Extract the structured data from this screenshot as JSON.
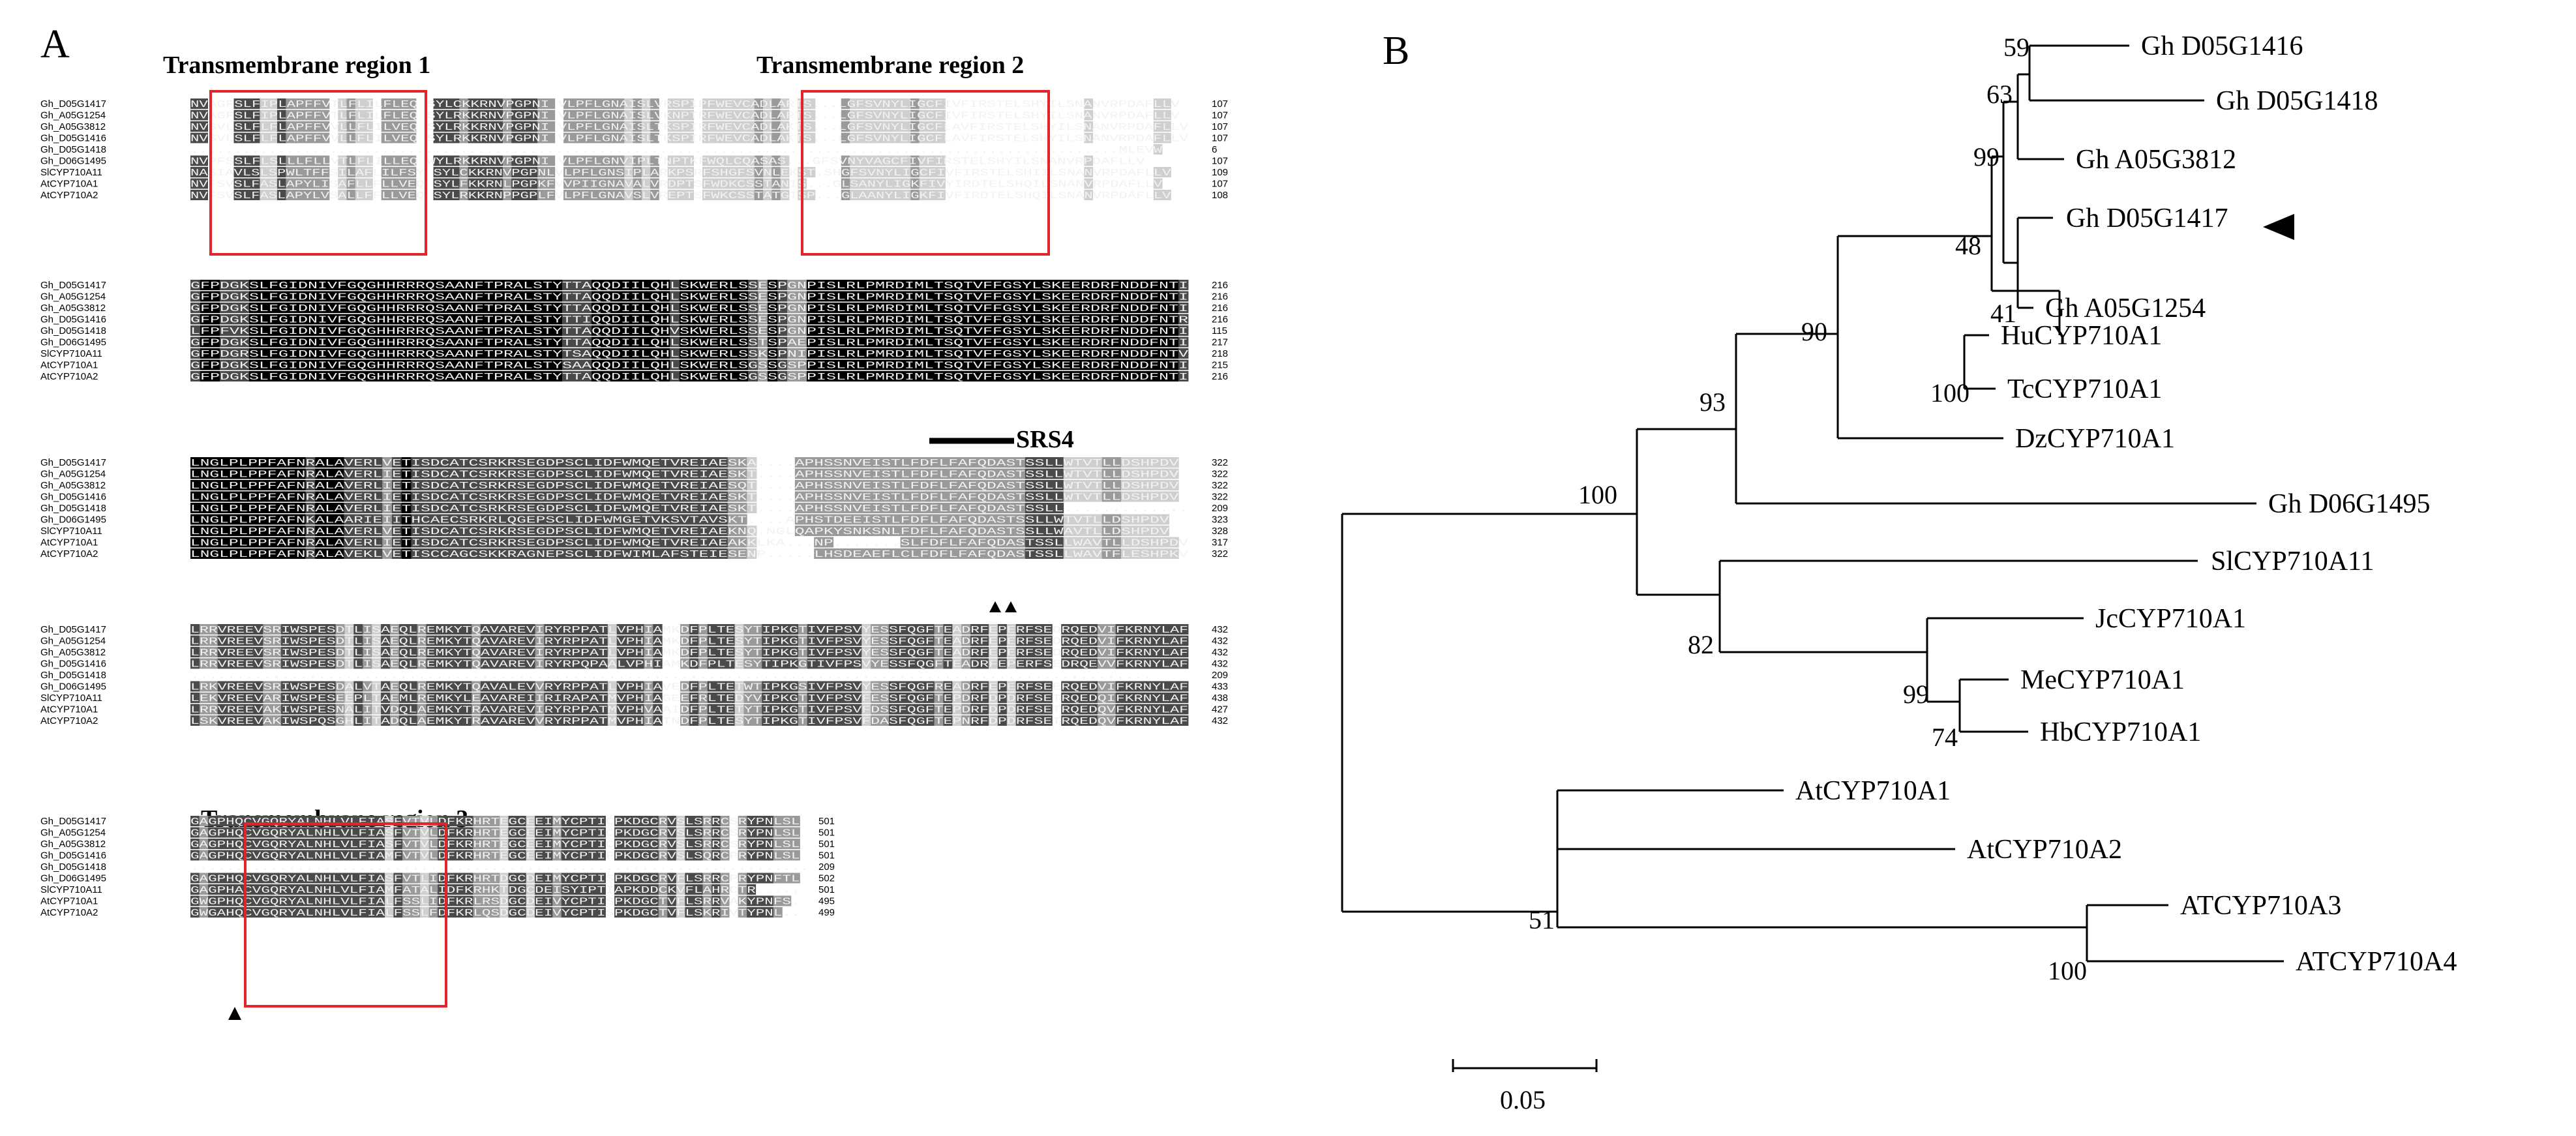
{
  "panel_a": {
    "letter": "A",
    "region_titles": [
      "Transmembrane region 1",
      "Transmembrane region 2",
      "Transmembrane region 3"
    ],
    "motif_label": "SRS4",
    "blocks": [
      {
        "names": [
          "Gh_D05G1417",
          "Gh_A05G1254",
          "Gh_A05G3812",
          "Gh_D05G1416",
          "Gh_D05G1418",
          "Gh_D06G1495",
          "SlCYP710A11",
          "AtCYP710A1",
          "AtCYP710A2"
        ],
        "seqs": [
          "NVAGFSLFIPLAPFFVTLFLILFLEQ  SYLCKKRNVPGPNI VLPFLGNAISLVRSPIPFWEVCADLARTS...LGFSVNYLIGCFIVFIRSTELSHYILSNANVRPDAFLLV",
          "NVAGFSLFIPLAPFFVTLFLILFLEQ  SYLRKKRNVPGPNI VLPFLGNAISLVKNPTRFWEVCADLARTS...LGFSVNYLIGCFIVFIRSTELSHYILSNANVRPDAFLLV",
          "NVSVLSLFLFLAPFFVVLLFLILVEQ  SYLRKKRNVPGPNI VLPFLGNAISLTKSPIRFWEVCADLAKTS...LGFSVNYLIGCFLAVFIRSTELSHYILSNANVRPDAFLLV",
          "NVSVLSLFLFLAPFFVVLLFLILVEQ  SYLRKKRNVPGPNI VLPFLGNAISLTKSPIRFWEVCADLAKTS...LGFSVNYLIGCFLAVFIRSTELSHYILSNANVRPDAFLLV",
          "...........................................................................................................MLEVW",
          "NVPFSSLFLSLLLFLLVTLFLILLEQ  WYLRKKRNVPGPNI VLPFLGNVIPLTNPTKFWQLCQASAS...GFSVNYVAGCFIVFIRSTELSHYILSNANVRPDAFLLV",
          "NASIAVLSLSPWLTFFSILAFLILFSY SYLCKKRNVPGPNLVLPFLGNSIPLARKPSRFSHGFSVNLEKST.SHGFSVNYLIGCFIVFIRSTELSHIILSNANVRPDAFLLV",
          "NVFSVSLFASLAPYLISAFLLFLLVEQ SYLFKKRNLPGPKFVVPIIGNAVALVRDPTSFWDKCSSTANIS...GLSANYLIGKFIVYIRDTELSHQILSNANVRPDAFLLV",
          "NVFSVSLFASLAPYLVSALLFFLLVEQ SYLRKKRNPPGPLFVLPFLGNAVSLVREPTSFWKCSSTATGTSP...GLAANYLIGKFIVFIRDTELSHQILSNANVRPDAFLLV"
        ],
        "nums": [
          "107",
          "107",
          "107",
          "107",
          "6",
          "107",
          "109",
          "107",
          "108"
        ]
      },
      {
        "names": [
          "Gh_D05G1417",
          "Gh_A05G1254",
          "Gh_A05G3812",
          "Gh_D05G1416",
          "Gh_D05G1418",
          "Gh_D06G1495",
          "SlCYP710A11",
          "AtCYP710A1",
          "AtCYP710A2"
        ],
        "seqs": [
          "GFPDGKSLFGIDNIVFGQGHHRRRQSAANFTPRALSTYTTAQQDIILQHLSKWERLSSESPGNPISLRLPMRDIMLTSQTVFFGSYLSKEERDRFNDDFNTI",
          "GFPDGKSLFGIDNIVFGQGHHRRRQSAANFTPRALSTYTTAQQDIILQHLSKWERLSSESPGNPISLRLPMRDIMLTSQTVFFGSYLSKEERDRFNDDFNTI",
          "GFPDGKSLFGIDNIVFGQGHHRRRQSAANFTPRALSTYTTAQQDIILQHLSKWERLSSESPGNPISLRLPMRDIMLTSQTVFFGSYLSKEERDRFNDDFNTI",
          "GFPDGKSLFGIDNIVFGQGHHRRRQSAANFTPRALSTYTTIQQDIILQHLSKWERLSSESPGNPISLRLPMRDIMLTSQTVFFGSYLSKEERDRFNDDFNTR",
          "LFPFVKSLFGIDNIVFGQGHHRRRQSAANFTPRALSTYTTAQQDIILQHVSKWERLSSESPGNPISLRLPMRDIMLTSQTVFFGSYLSKEERDRFNDDFNTI",
          "GFPDGKSLFGIDNIVFGQGHHRRRQSAANFTPRALSTYTTAQQDIILQHLSKWERLSSTSPAEPISLRLPMRDIMLTSQTVFFGSYLSKEERDRFNDDFNTI",
          "GFPDGRSLFGIDNIVFGQGHHRRRQSAANFTPRALSTYTSAQQDIILQHLSKWERLSSKSPNIPISLRLPMRDIMLTSQTVFFGSYLSKEERDRFNDDFNTV",
          "GFPDGKSLFGIDNIVFGQGHHRRRQSAANFTPRALSTYSAAQQDIILQHLSKWERLSGSSGSPPISLRLPMRDIMLTSQTVFFGSYLSKEERDRFNDDFNTI",
          "GFPDGKSLFGIDNIVFGQGHHRRRQSAANFTPRALSTYTTAQQDIILQHLSKWERLSGSSGSPPISLRLPMRDIMLTSQTVFFGSYLSKEERDRFNDDFNTI"
        ],
        "nums": [
          "216",
          "216",
          "216",
          "216",
          "115",
          "217",
          "218",
          "215",
          "216"
        ]
      },
      {
        "names": [
          "Gh_D05G1417",
          "Gh_A05G1254",
          "Gh_A05G3812",
          "Gh_D05G1416",
          "Gh_D05G1418",
          "Gh_D06G1495",
          "SlCYP710A11",
          "AtCYP710A1",
          "AtCYP710A2"
        ],
        "seqs": [
          "LNGLPLPPFAFNRALAVERLVETISDCATCSRKRSEGDPSCLIDFWMQETVREIAESKA....APHSSNVEISTLFDFLFAFQDASTSSLLWTVTLLDSHPDV",
          "LNGLPLPPFAFNRALAVERLIETISDCATCSRKRSEGDPSCLIDFWMQETVREIAESKT....APHSSNVEISTLFDFLFAFQDASTSSLLWTVTLLDSHPDV",
          "LNGLPLPPFAFNRALAVERLIETISDCATCSRKRSEGDPSCLIDFWMQETVREIAESQT....APHSSNVEISTLFDFLFAFQDASTSSLLWTVTLLDSHPDV",
          "LNGLPLPPFAFNRALAVERLIETISDCATCSRKRSEGDPSCLIDFWMQETVREIAESKT....APHSSNVEISTLFDFLFAFQDASTSSLLWTVTLLDSHPDV",
          "LNGLPLPPFAFNRALAVERLIETISDCATCSRKRSEGDPSCLIDFWMQETVREIAESKT....APHSSNVEISTLFDFLFAFQDASTSSLL.............",
          "LNGLPLPPFAFNKALAARIEIITHCAECSRKRLQGEPSCLIDFWMGETVKSVTAVSKT....APHSTDEEISTLFDFLFAFQDASTSSLLWTVTLLDSHPDV",
          "LNGLPLPPFAFNRALAVERLVETISDCATCSRKRSEGDPSCLIDFWMQETVREIAEKNQ.NGLQAPKYSNKSNLFDFLFAFQDASTSSLLWAVTLLDSHPDV",
          "LNGLPLPPFAFNRALAVERLIETISDCATCSRKRSEGDPSCLIDFWMQETVREIAEAKKLKA...NP.......SLFDFLFAFQDASTSSLLWAVTLLDSHPDV",
          "LNGLPLPPFAFNRALAVEKLVETISCCAGCSKKRAGNEPSCLIDFWIMLAFSTEIESENP.....LHSDEAEFLCLFDFLFAFQDASTSSLLWAVTFLESHPKV"
        ],
        "nums": [
          "322",
          "322",
          "322",
          "322",
          "209",
          "323",
          "328",
          "317",
          "322"
        ]
      },
      {
        "names": [
          "Gh_D05G1417",
          "Gh_A05G1254",
          "Gh_A05G3812",
          "Gh_D05G1416",
          "Gh_D05G1418",
          "Gh_D06G1495",
          "SlCYP710A11",
          "AtCYP710A1",
          "AtCYP710A2"
        ],
        "seqs": [
          "LRRVREEVSRIWSPESDTLISAEQLREMKYTQAVAREVIRYRPPATLVPHIAMKDFPLTESYTIPKGTIVFPSVYESSFQGFTEADRFEPERFSEDRQEDVIFKRNYLAF",
          "LRRVREEVSRIWSPESDTLISAEQLREMKYTQAVAREVIRYRPPATLVPHIAMKDFPLTESYTIPKGTIVFPSVYESSFQGFTEADRFEPERFSEDRQEDVIFKRNYLAF",
          "LRRVREEVSRIWSPESDTLISAEQLREMKYTQAVAREVIRYRPPATLVPHIAMKDFPLTESYTIPKGTIVFPSVYESSFQGFTEADRFEPERFSEDRQEDVIFKRNYLAF",
          "LRRVREEVSRIWSPESDTLISAEQLREMKYTQAVAREVIRYRPQPAALVPHIAMKDFPLTESYTIPKGTIVFPSVYESSFQGFTEADRFEPERFSEDRQEVVFKRNYLAF",
          "..........................................................................................................",
          "LRKVREEVSRIWSPESDALVTAEQLREMKYTQAVALEVVRYRPPATLVPHIAVEDFPLTETWTIPKGSIVFPSVYESSFQGFREADRFEPERFSEERQEDVIFKRNYLAF",
          "LEKVREEVARIWSPESEEPLTAEMLREMKYLEAVAREIIRIRAPATMVPHIAGEEFRLTEDYVIPKGTIVFPSVFESSFQGFTEPDRFDPDRFSETRQEDQIFKRNYLAF",
          "LRRVREEVAKIWSPESNALITVDQLAEMKYTRAVAREVIRYRPPATMVPHVAAIDFPLTETYTIPKGTIVFPSVFDSSFQGFTEPDRFDPDRFSETRQEDQVFKRNYLAF",
          "LSKVREEVAKIWSPQSGHLITADQLAEMKYTRAVAREVVRYRPPATMVPHIATNDFPLTESYTIPKGTIVFPSVFDASFQGFTEPNRFDPDRFSETRQEDQVFKRNYLAF"
        ],
        "nums": [
          "432",
          "432",
          "432",
          "432",
          "209",
          "433",
          "438",
          "427",
          "432"
        ]
      },
      {
        "names": [
          "Gh_D05G1417",
          "Gh_A05G1254",
          "Gh_A05G3812",
          "Gh_D05G1416",
          "Gh_D05G1418",
          "Gh_D06G1495",
          "SlCYP710A11",
          "AtCYP710A1",
          "AtCYP710A2"
        ],
        "seqs": [
          "GAGPHQCVGQRYALNHLVLFIASFVTVLDFKRHRTEGCEEIMYCPTICPKDGCRVSLSRRCSRYPNLSL",
          "GAGPHQCVGQRYALNHLVLFIASFVTVLDFKRHRTEGCEEIMYCPTICPKDGCRVSLSRRCSRYPNLSL",
          "GAGPHQCVGQRYALNHLVLFIASFVTVLDFKRHRTEGCEEIMYCPTICPKDGCRVSLSRRCSRYPNLSL",
          "GAGPHQCVGQRYALNHLVLFIAMFVTVLDFKRHRTEGCEEIMYCPTIFPKDGCRVSLSQRCPRYPNLSL",
          "......................................................................",
          "GAGPHQCVGQRYALNHLVLFIASFVTLIDFKRHRTDGCDEIMYCPTISPKDGCRVFLSRRCPRYPNFTL",
          "GAGPHACVGQRYALNHLVLFIAMFATALIDFKRHKTDGCDEISYIPTIAPKDDCKVFLAHRCTR.....",
          "GWGPHQCVGQRYALNHLVLFIALFSSLIDFKRLRSDGCDEIVYCPTISPKDGCTVFLSRRVAKYPNFS.",
          "GWGAHQCVGQRYALNHLVLFIALFSSLFDFKRLQSDGCDEIVYCPTISPKDGCTVFLSKRIVTYPNL.."
        ],
        "nums": [
          "501",
          "501",
          "501",
          "501",
          "209",
          "502",
          "501",
          "495",
          "499"
        ]
      }
    ]
  },
  "panel_b": {
    "letter": "B",
    "leaves": [
      "Gh D05G1416",
      "Gh D05G1418",
      "Gh A05G3812",
      "Gh D05G1417",
      "Gh A05G1254",
      "HuCYP710A1",
      "TcCYP710A1",
      "DzCYP710A1",
      "Gh D06G1495",
      "SlCYP710A11",
      "JcCYP710A1",
      "MeCYP710A1",
      "HbCYP710A1",
      "AtCYP710A1",
      "AtCYP710A2",
      "ATCYP710A3",
      "ATCYP710A4"
    ],
    "bootstraps": [
      "59",
      "63",
      "99",
      "48",
      "41",
      "90",
      "100",
      "93",
      "100",
      "82",
      "99",
      "74",
      "51",
      "100"
    ],
    "scale_label": "0.05"
  },
  "colors": {
    "black": "#000000",
    "dark": "#4a4a4a",
    "mid": "#9a9a9a",
    "light": "#cfcfcf",
    "box": "#e0262a"
  }
}
